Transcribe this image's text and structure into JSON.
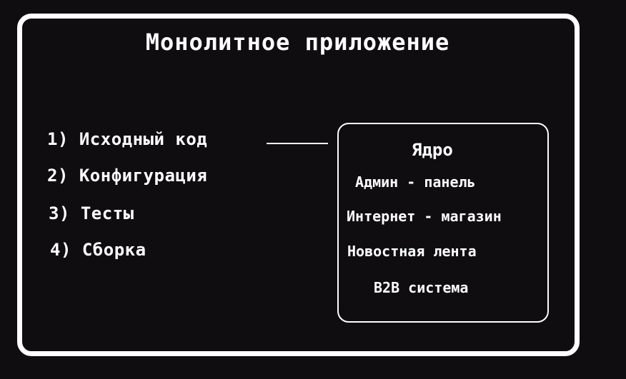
{
  "diagram": {
    "title": "Монолитное приложение",
    "components": [
      "1) Исходный код",
      "2) Конфигурация",
      "3) Тесты",
      "4) Сборка"
    ],
    "core": {
      "title": "Ядро",
      "modules": [
        "Админ - панель",
        "Интернет - магазин",
        "Новостная лента",
        "B2B система"
      ]
    }
  }
}
